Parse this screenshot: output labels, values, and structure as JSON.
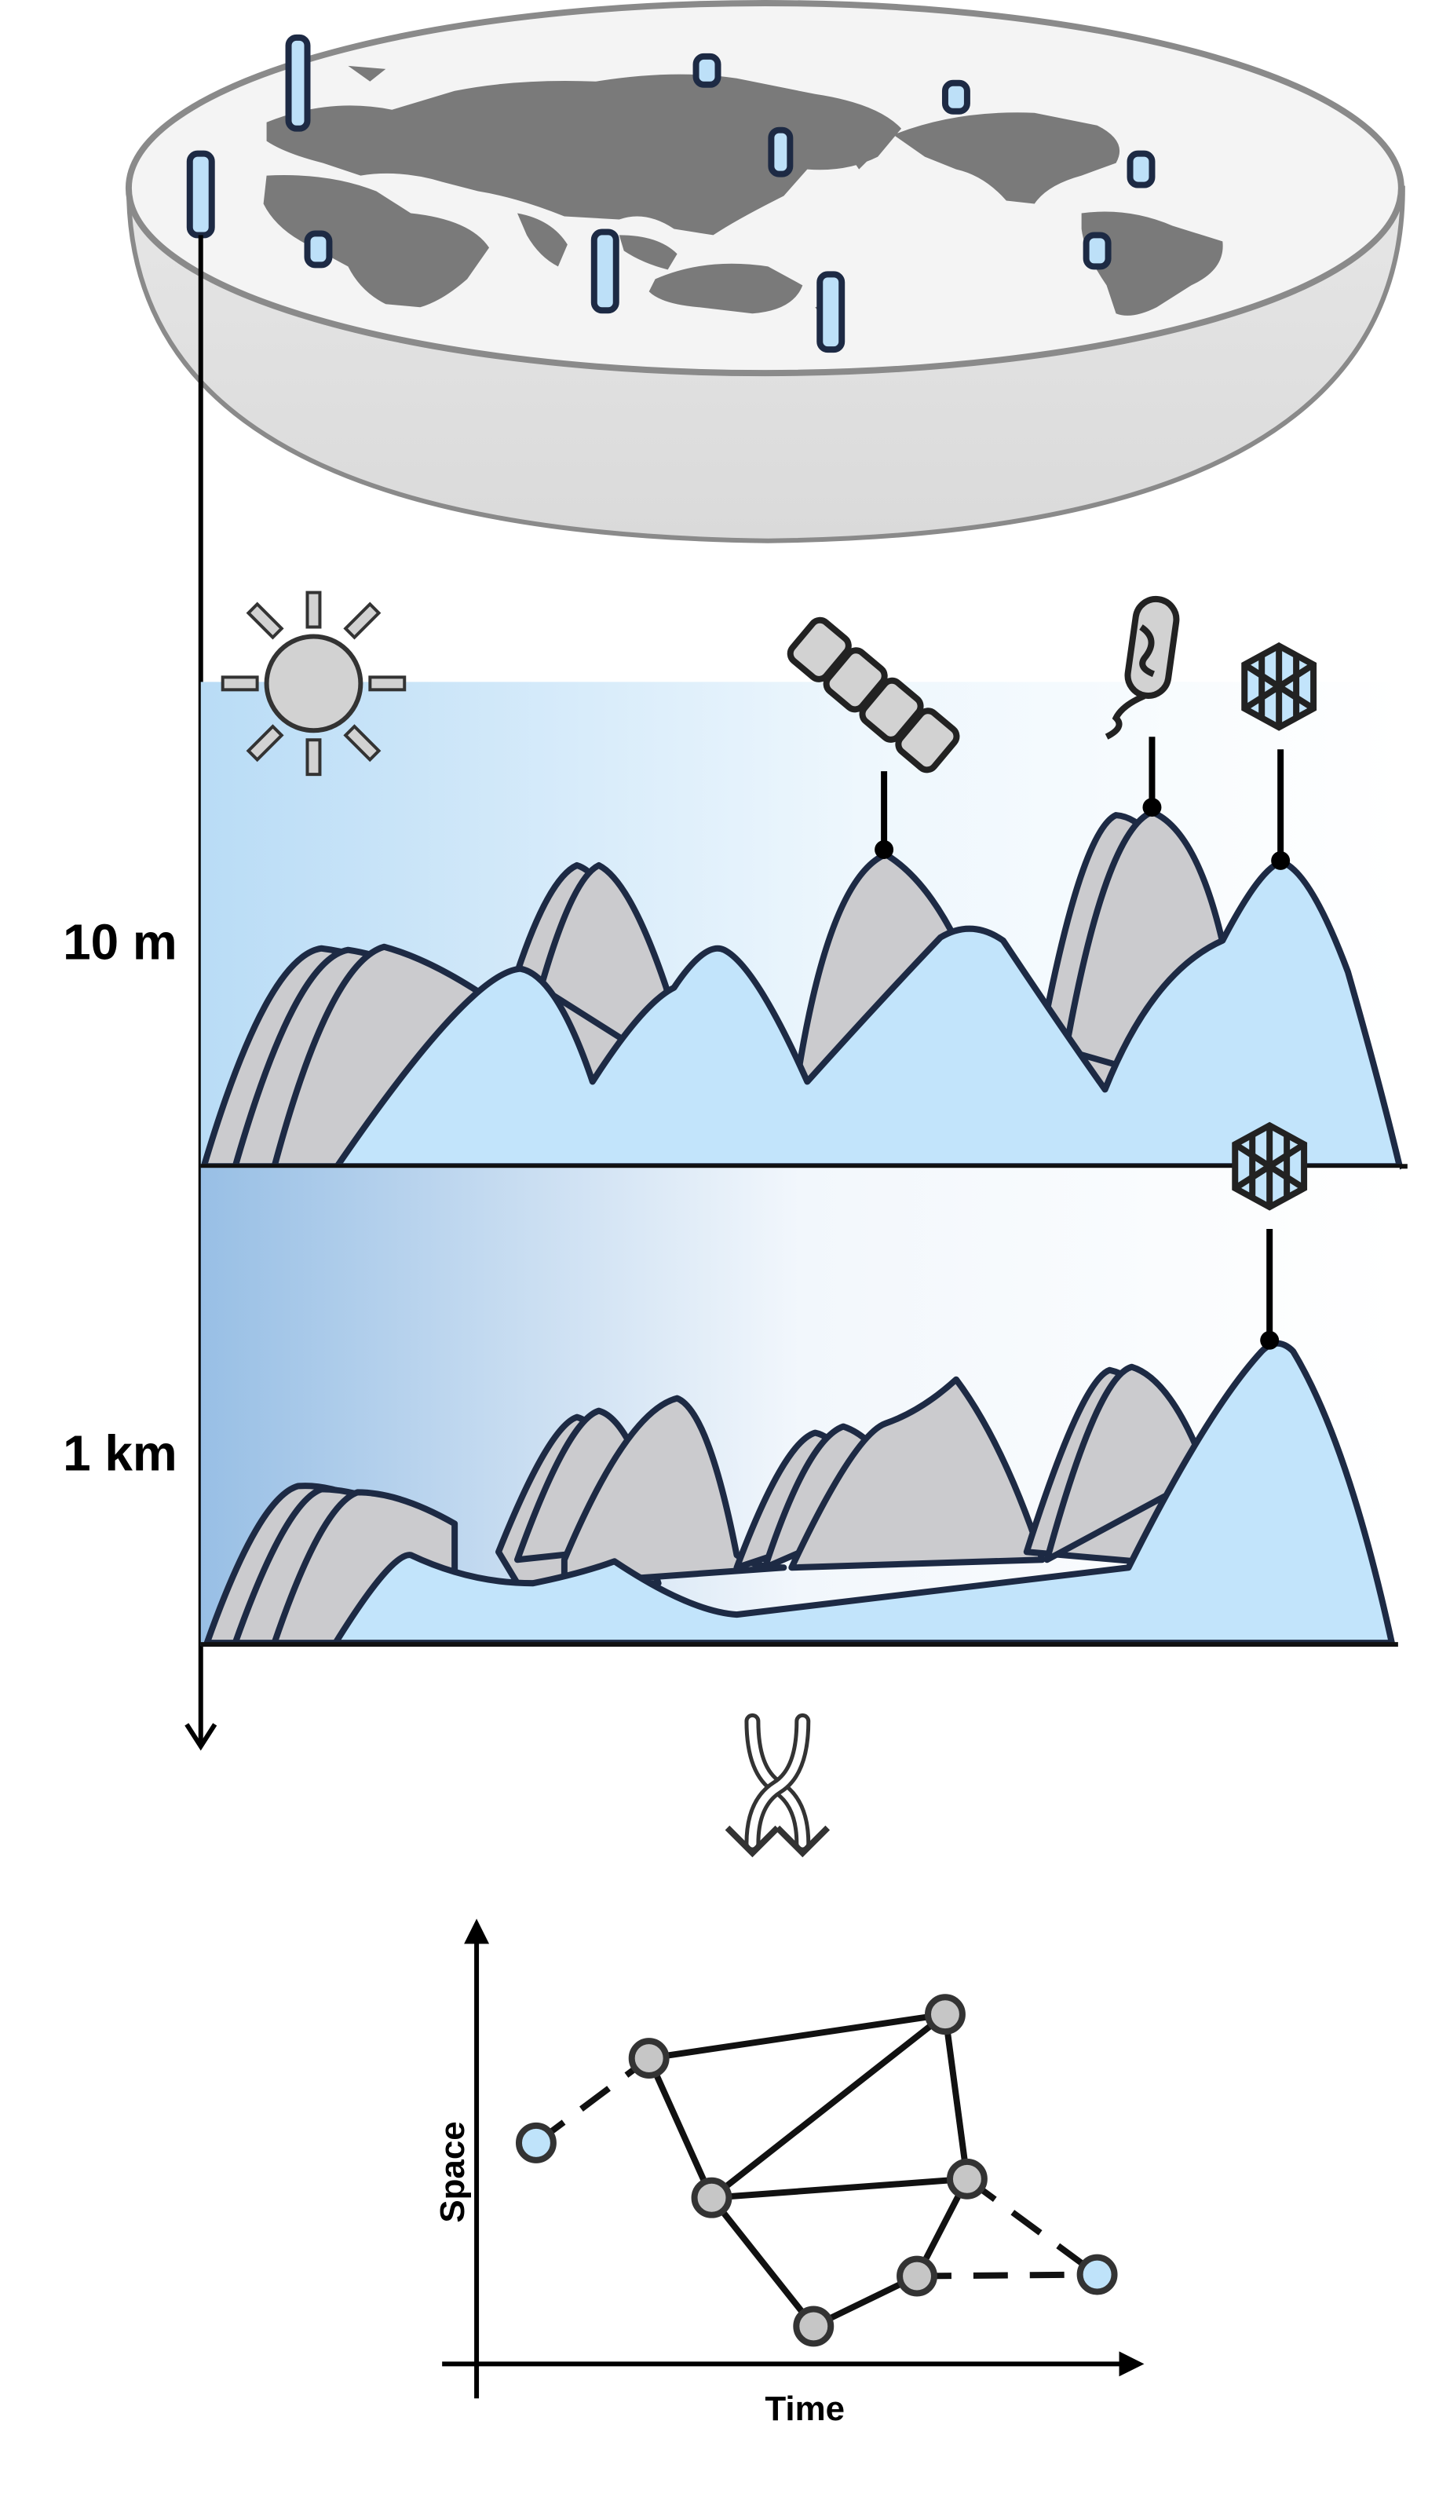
{
  "labels": {
    "depth_shallow": "10 m",
    "depth_deep": "1 km"
  },
  "network_plot": {
    "y_axis_label": "Space",
    "x_axis_label": "Time"
  },
  "colors": {
    "water_blue": "#bfe3fa",
    "deep_water": "#9ec3e6",
    "ridge_gray": "#cbcbce",
    "land_gray": "#7a7a7a",
    "outline_navy": "#1d2a44"
  },
  "icons": {
    "sun": "sun-icon",
    "diatom_chain": "diatom-chain-icon",
    "bacterium": "bacterium-icon",
    "virus": "virus-icon",
    "twist_arrows": "intertwined-arrows-icon",
    "sediment_core": "sampling-core-icon"
  }
}
